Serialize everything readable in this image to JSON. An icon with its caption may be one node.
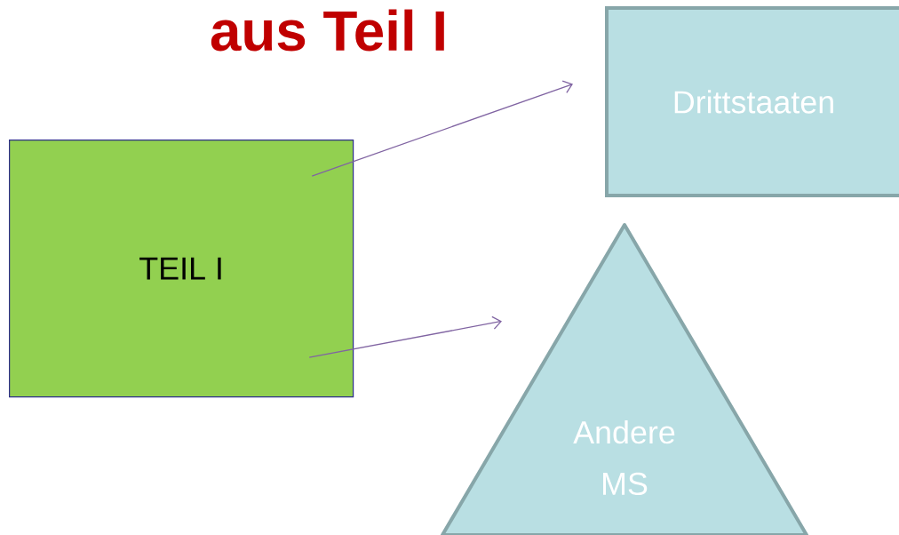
{
  "diagram": {
    "title": "aus Teil I",
    "nodes": [
      {
        "text": [
          "TEIL I"
        ]
      },
      {
        "text": [
          "Drittstaaten"
        ]
      },
      {
        "text": [
          "Andere MS"
        ]
      }
    ],
    "edges": [
      {
        "from": 0,
        "to": 1,
        "arrow": "to"
      },
      {
        "from": 0,
        "to": 2,
        "arrow": "to"
      }
    ]
  }
}
